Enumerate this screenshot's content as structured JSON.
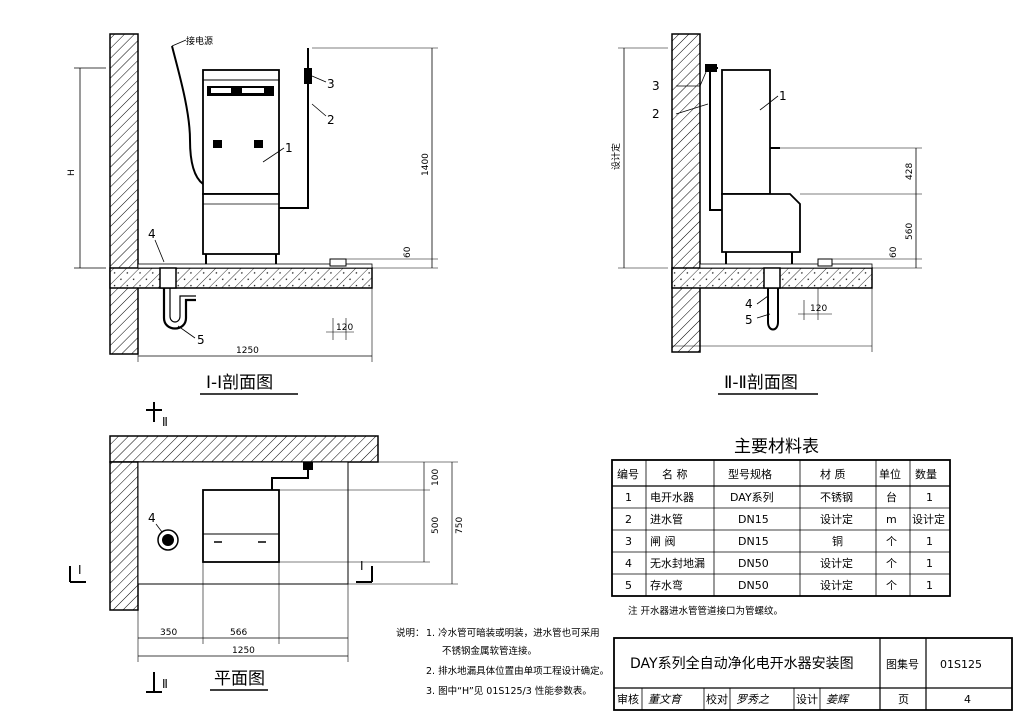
{
  "captions": {
    "section1": "Ⅰ-Ⅰ剖面图",
    "section2": "Ⅱ-Ⅱ剖面图",
    "plan": "平面图"
  },
  "section1": {
    "power_label": "接电源",
    "h_label": "H",
    "dim_1400": "1400",
    "dim_60": "60",
    "dim_120": "120",
    "dim_1250": "1250",
    "callouts": [
      "1",
      "2",
      "3",
      "4",
      "5"
    ]
  },
  "section2": {
    "design_label": "设计定",
    "dim_428": "428",
    "dim_560": "560",
    "dim_60": "60",
    "dim_120": "120",
    "callouts": [
      "1",
      "2",
      "3",
      "4",
      "5"
    ]
  },
  "plan": {
    "mark_II": "Ⅱ",
    "mark_I": "Ⅰ",
    "dim_100": "100",
    "dim_500": "500",
    "dim_750": "750",
    "dim_350": "350",
    "dim_566": "566",
    "dim_1250": "1250",
    "callout4": "4"
  },
  "materials": {
    "title": "主要材料表",
    "headers": [
      "编号",
      "名 称",
      "型号规格",
      "材 质",
      "单位",
      "数量"
    ],
    "rows": [
      [
        "1",
        "电开水器",
        "DAY系列",
        "不锈钢",
        "台",
        "1"
      ],
      [
        "2",
        "进水管",
        "DN15",
        "设计定",
        "m",
        "设计定"
      ],
      [
        "3",
        "闸 阀",
        "DN15",
        "铜",
        "个",
        "1"
      ],
      [
        "4",
        "无水封地漏",
        "DN50",
        "设计定",
        "个",
        "1"
      ],
      [
        "5",
        "存水弯",
        "DN50",
        "设计定",
        "个",
        "1"
      ]
    ],
    "note": "注  开水器进水管管道接口为管螺纹。"
  },
  "notes": {
    "label": "说明：",
    "items": [
      "1. 冷水管可暗装或明装，进水管也可采用",
      "不锈钢金属软管连接。",
      "2. 排水地漏具体位置由单项工程设计确定。",
      "3. 图中“H”见 01S125/3 性能参数表。"
    ]
  },
  "titleblock": {
    "title": "DAY系列全自动净化电开水器安装图",
    "atlas_label": "图集号",
    "atlas_no": "01S125",
    "review_label": "审核",
    "review_sign": "董文育",
    "check_label": "校对",
    "check_sign": "罗秀之",
    "design_label": "设计",
    "design_sign": "姜辉",
    "page_label": "页",
    "page_no": "4"
  }
}
